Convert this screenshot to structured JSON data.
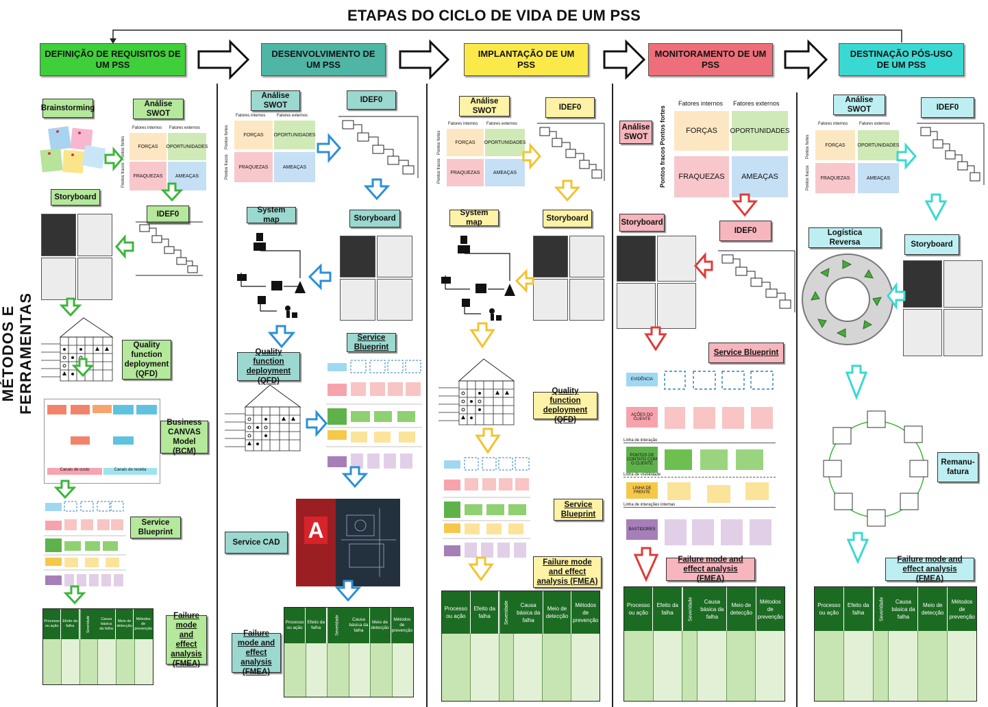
{
  "title": "ETAPAS DO CICLO DE VIDA DE UM PSS",
  "side_label": "MÉTODOS E FERRAMENTAS",
  "stages": [
    {
      "label": "DEFINIÇÃO DE REQUISITOS DE UM PSS",
      "color": "#3fcf3a"
    },
    {
      "label": "DESENVOLVIMENTO DE UM PSS",
      "color": "#4fb5a5"
    },
    {
      "label": "IMPLANTAÇÃO DE UM PSS",
      "color": "#fbe94a"
    },
    {
      "label": "MONITORAMENTO DE UM PSS",
      "color": "#ee6f79"
    },
    {
      "label": "DESTINAÇÃO PÓS-USO DE UM PSS",
      "color": "#3ad8d2"
    }
  ],
  "col1": {
    "brainstorming": "Brainstorming",
    "swot": "Análise SWOT",
    "storyboard": "Storyboard",
    "idef0": "IDEF0",
    "qfd": "Quality function deployment (QFD)",
    "bcm": "Business CANVAS Model (BCM)",
    "blueprint": "Service Blueprint",
    "fmea": "Failure mode and effect analysis (FMEA)"
  },
  "col2": {
    "swot": "Análise SWOT",
    "idef0": "IDEF0",
    "system_map": "System map",
    "storyboard": "Storyboard",
    "qfd": "Quality function deployment (QFD)",
    "blueprint": "Service Blueprint",
    "cad": "Service CAD",
    "fmea": "Failure mode and effect analysis (FMEA)"
  },
  "col3": {
    "swot": "Análise SWOT",
    "idef0": "IDEF0",
    "system_map": "System map",
    "storyboard": "Storyboard",
    "qfd": "Quality function deployment (QFD)",
    "blueprint": "Service Blueprint",
    "fmea": "Failure mode and effect analysis (FMEA)"
  },
  "col4": {
    "swot": "Análise SWOT",
    "storyboard": "Storyboard",
    "idef0": "IDEF0",
    "blueprint": "Service Blueprint",
    "fmea": "Failure mode and effect analysis (FMEA)"
  },
  "col5": {
    "swot": "Análise SWOT",
    "idef0": "IDEF0",
    "logistica": "Logística Reversa",
    "storyboard": "Storyboard",
    "reman": "Remanu-fatura",
    "fmea": "Failure mode and effect analysis (FMEA)"
  },
  "swot_labels": {
    "internos": "Fatores internos",
    "externos": "Fatores externos",
    "fortes": "Pontos fortes",
    "fracos": "Pontos fracos",
    "forcas": "FORÇAS",
    "oportunidades": "OPORTUNIDADES",
    "fraquezas": "FRAQUEZAS",
    "ameacas": "AMEAÇAS"
  },
  "fmea_headers": [
    "Processo ou ação",
    "Efeito da falha",
    "Severidade",
    "Causa básica da falha",
    "Meio de detecção",
    "Métodos de prevenção"
  ],
  "blueprint_tags": [
    "EVIDÊNCIA",
    "AÇÕES DO CLIENTE",
    "PONTOS DE CONTATO COM O CLIENTE",
    "LINHA DE FRENTE",
    "BASTIDORES"
  ],
  "blueprint_lines": [
    "Linha de interação",
    "Linha de visibilidade",
    "Linha de interações internas"
  ],
  "bcm_labels": [
    "Canais de custo",
    "Canais de receita"
  ],
  "colors": {
    "arrow_green": "#3bb53b",
    "arrow_blue": "#2b8fd6",
    "arrow_yellow": "#f3c32c",
    "arrow_red": "#e03a3a",
    "arrow_cyan": "#3ad8d2",
    "fmea_header": "#1c6b22"
  }
}
